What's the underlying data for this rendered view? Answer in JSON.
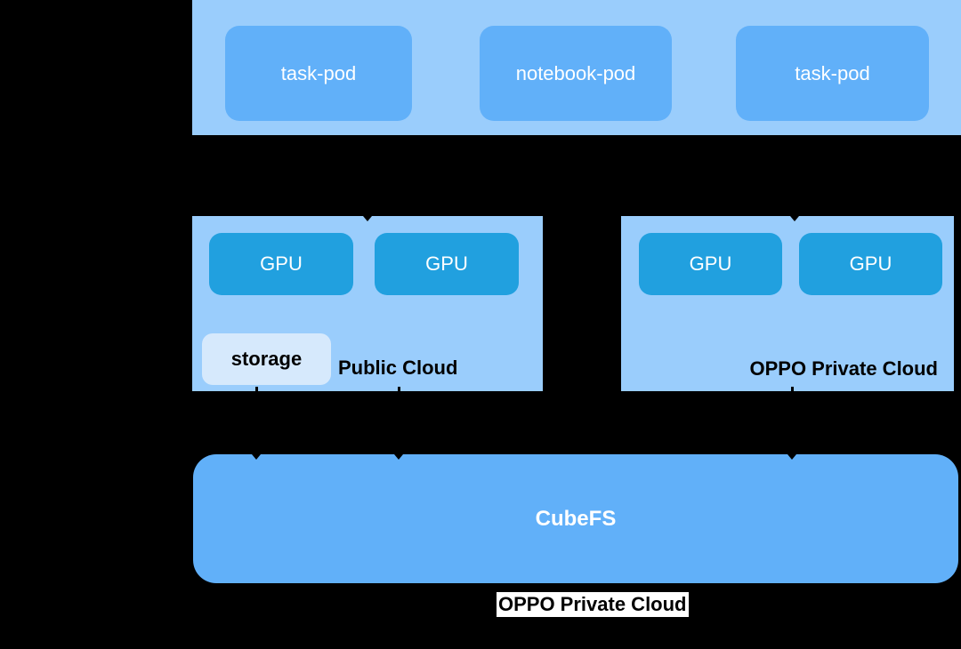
{
  "diagram": {
    "background": "#000000",
    "colors": {
      "cluster_fill": "#9acdfc",
      "pod_fill": "#61b0f9",
      "gpu_fill": "#21a0df",
      "storage_fill": "#d6e9fc",
      "box_text": "#ffffff",
      "label_text": "#000000",
      "caption_bg": "#ffffff"
    },
    "top_cluster": {
      "pods": [
        {
          "label": "task-pod"
        },
        {
          "label": "notebook-pod"
        },
        {
          "label": "task-pod"
        }
      ]
    },
    "public_cloud": {
      "label": "Public Cloud",
      "gpus": [
        {
          "label": "GPU"
        },
        {
          "label": "GPU"
        }
      ],
      "storage": {
        "label": "storage"
      }
    },
    "private_cloud": {
      "label": "OPPO Private Cloud",
      "gpus": [
        {
          "label": "GPU"
        },
        {
          "label": "GPU"
        }
      ]
    },
    "cubefs": {
      "label": "CubeFS"
    },
    "bottom_caption": {
      "text": "OPPO Private Cloud"
    }
  }
}
